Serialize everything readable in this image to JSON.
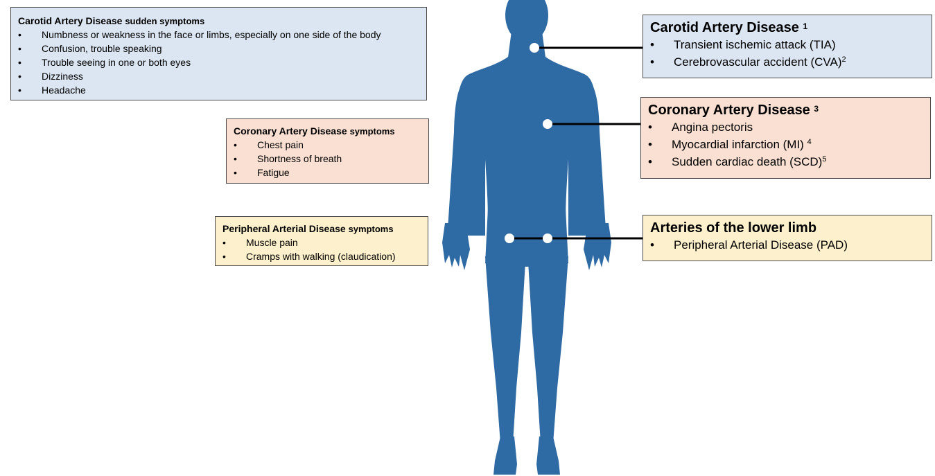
{
  "figure": {
    "colors": {
      "body": "#2e6aa3",
      "blue_box": "#dce6f2",
      "peach_box": "#f9e0d2",
      "yellow_box": "#fdf0cc",
      "connector": "#000000"
    },
    "left_panels": {
      "carotid_symptoms": {
        "title_bold": "Carotid Artery Disease",
        "title_rest": "sudden symptoms",
        "items": [
          "Numbness or weakness in the face or limbs, especially on one side of the body",
          "Confusion, trouble speaking",
          "Trouble seeing in one or both eyes",
          "Dizziness",
          "Headache"
        ]
      },
      "coronary_symptoms": {
        "title_bold": "Coronary Artery Disease",
        "title_rest": "symptoms",
        "items": [
          "Chest pain",
          "Shortness of breath",
          "Fatigue"
        ]
      },
      "peripheral_symptoms": {
        "title_bold": "Peripheral Arterial Disease",
        "title_rest": "symptoms",
        "items": [
          "Muscle pain",
          "Cramps with walking (claudication)"
        ]
      }
    },
    "right_panels": {
      "carotid": {
        "title": "Carotid Artery Disease",
        "ref": "1",
        "items": [
          {
            "text": "Transient ischemic attack (TIA)",
            "ref": ""
          },
          {
            "text": "Cerebrovascular accident (CVA)",
            "ref": "2"
          }
        ]
      },
      "coronary": {
        "title": "Coronary Artery Disease",
        "ref": "3",
        "items": [
          {
            "text": "Angina pectoris",
            "ref": ""
          },
          {
            "text": "Myocardial infarction (MI)",
            "ref": "4"
          },
          {
            "text": "Sudden cardiac death (SCD)",
            "ref": "5"
          }
        ]
      },
      "lower_limb": {
        "title": "Arteries of the lower limb",
        "ref": "",
        "items": [
          {
            "text": "Peripheral Arterial Disease (PAD)",
            "ref": ""
          }
        ]
      }
    }
  }
}
